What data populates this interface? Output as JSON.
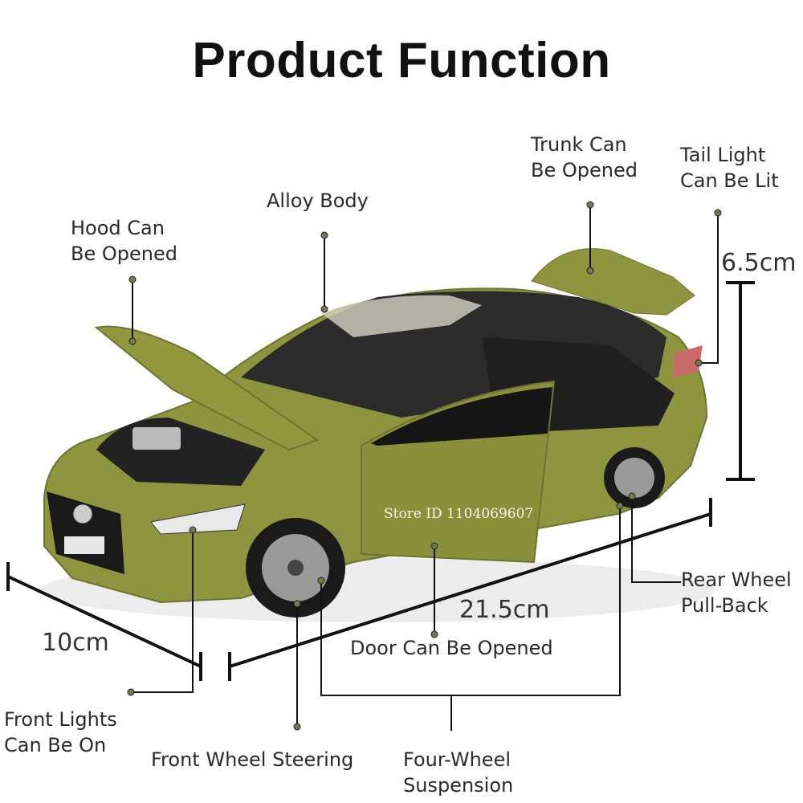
{
  "title": "Product Function",
  "labels": {
    "hood": [
      "Hood Can",
      "Be Opened"
    ],
    "alloy": "Alloy Body",
    "trunk": [
      "Trunk Can",
      "Be Opened"
    ],
    "tail": [
      "Tail Light",
      "Can Be Lit"
    ],
    "rear_wheel": [
      "Rear Wheel",
      "Pull-Back"
    ],
    "door": "Door Can Be Opened",
    "front_lights": [
      "Front Lights",
      "Can Be On"
    ],
    "front_wheel": "Front Wheel Steering",
    "suspension": [
      "Four-Wheel",
      "Suspension"
    ]
  },
  "dimensions": {
    "height": "6.5cm",
    "length": "21.5cm",
    "width": "10cm"
  },
  "watermark": "Store ID 1104069607",
  "colors": {
    "car_body": "#8f943e",
    "car_shade": "#6e7430",
    "interior": "#2b2b2b",
    "line": "#111111"
  }
}
